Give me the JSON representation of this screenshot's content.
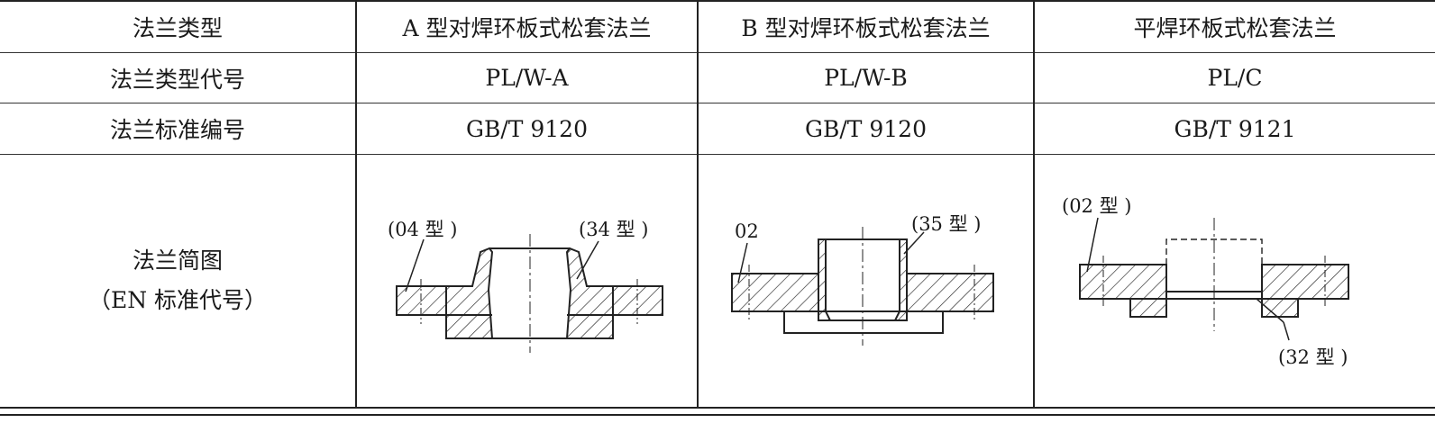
{
  "header": {
    "col0": "法兰类型",
    "col1": "A 型对焊环板式松套法兰",
    "col2": "B 型对焊环板式松套法兰",
    "col3": "平焊环板式松套法兰"
  },
  "rows": [
    {
      "label": "法兰类型代号",
      "values": [
        "PL/W-A",
        "PL/W-B",
        "PL/C"
      ]
    },
    {
      "label": "法兰标准编号",
      "values": [
        "GB/T 9120",
        "GB/T 9120",
        "GB/T 9121"
      ]
    }
  ],
  "sketch_row": {
    "label_line1": "法兰简图",
    "label_line2": "（EN 标准代号）"
  },
  "sketches": {
    "a": {
      "left_tag": "(04 型 )",
      "right_tag": "(34 型 )"
    },
    "b": {
      "left_tag": "02",
      "right_tag": "(35 型 )"
    },
    "c": {
      "top_tag": "(02 型 )",
      "bottom_tag": "(32 型 )"
    }
  }
}
